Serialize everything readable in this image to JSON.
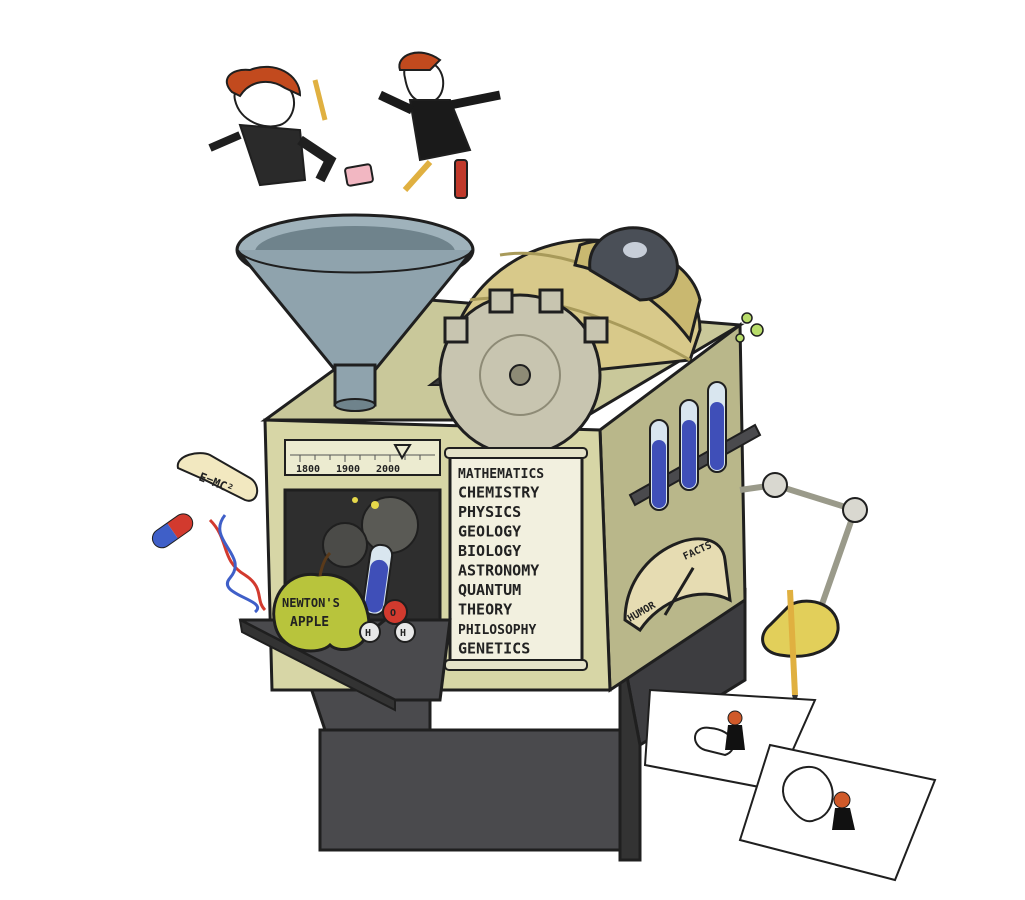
{
  "timeline": {
    "ticks": [
      "1800",
      "1900",
      "2000"
    ]
  },
  "scroll": {
    "subjects": [
      "MATHEMATICS",
      "CHEMISTRY",
      "PHYSICS",
      "GEOLOGY",
      "BIOLOGY",
      "ASTRONOMY",
      "QUANTUM",
      "THEORY",
      "PHILOSOPHY",
      "GENETICS"
    ]
  },
  "apple": {
    "line1": "NEWTON'S",
    "line2": "APPLE"
  },
  "formula_scroll": {
    "text": "E=MC²"
  },
  "molecule": {
    "atoms": [
      "H",
      "O",
      "H"
    ]
  },
  "gauge": {
    "left_label": "HUMOR",
    "right_label": "FACTS",
    "level": 0.72
  },
  "colors": {
    "machine_body": "#d7d6a6",
    "machine_shade": "#b9b78a",
    "funnel": "#8fa3ad",
    "dome": "#d8c98a",
    "gear": "#c8c5b0",
    "base": "#4a4a4d",
    "tube_liquid": "#3f4fb8",
    "apple": "#b8c43c",
    "glove": "#e2cf5a",
    "outline": "#1f1f1f"
  }
}
